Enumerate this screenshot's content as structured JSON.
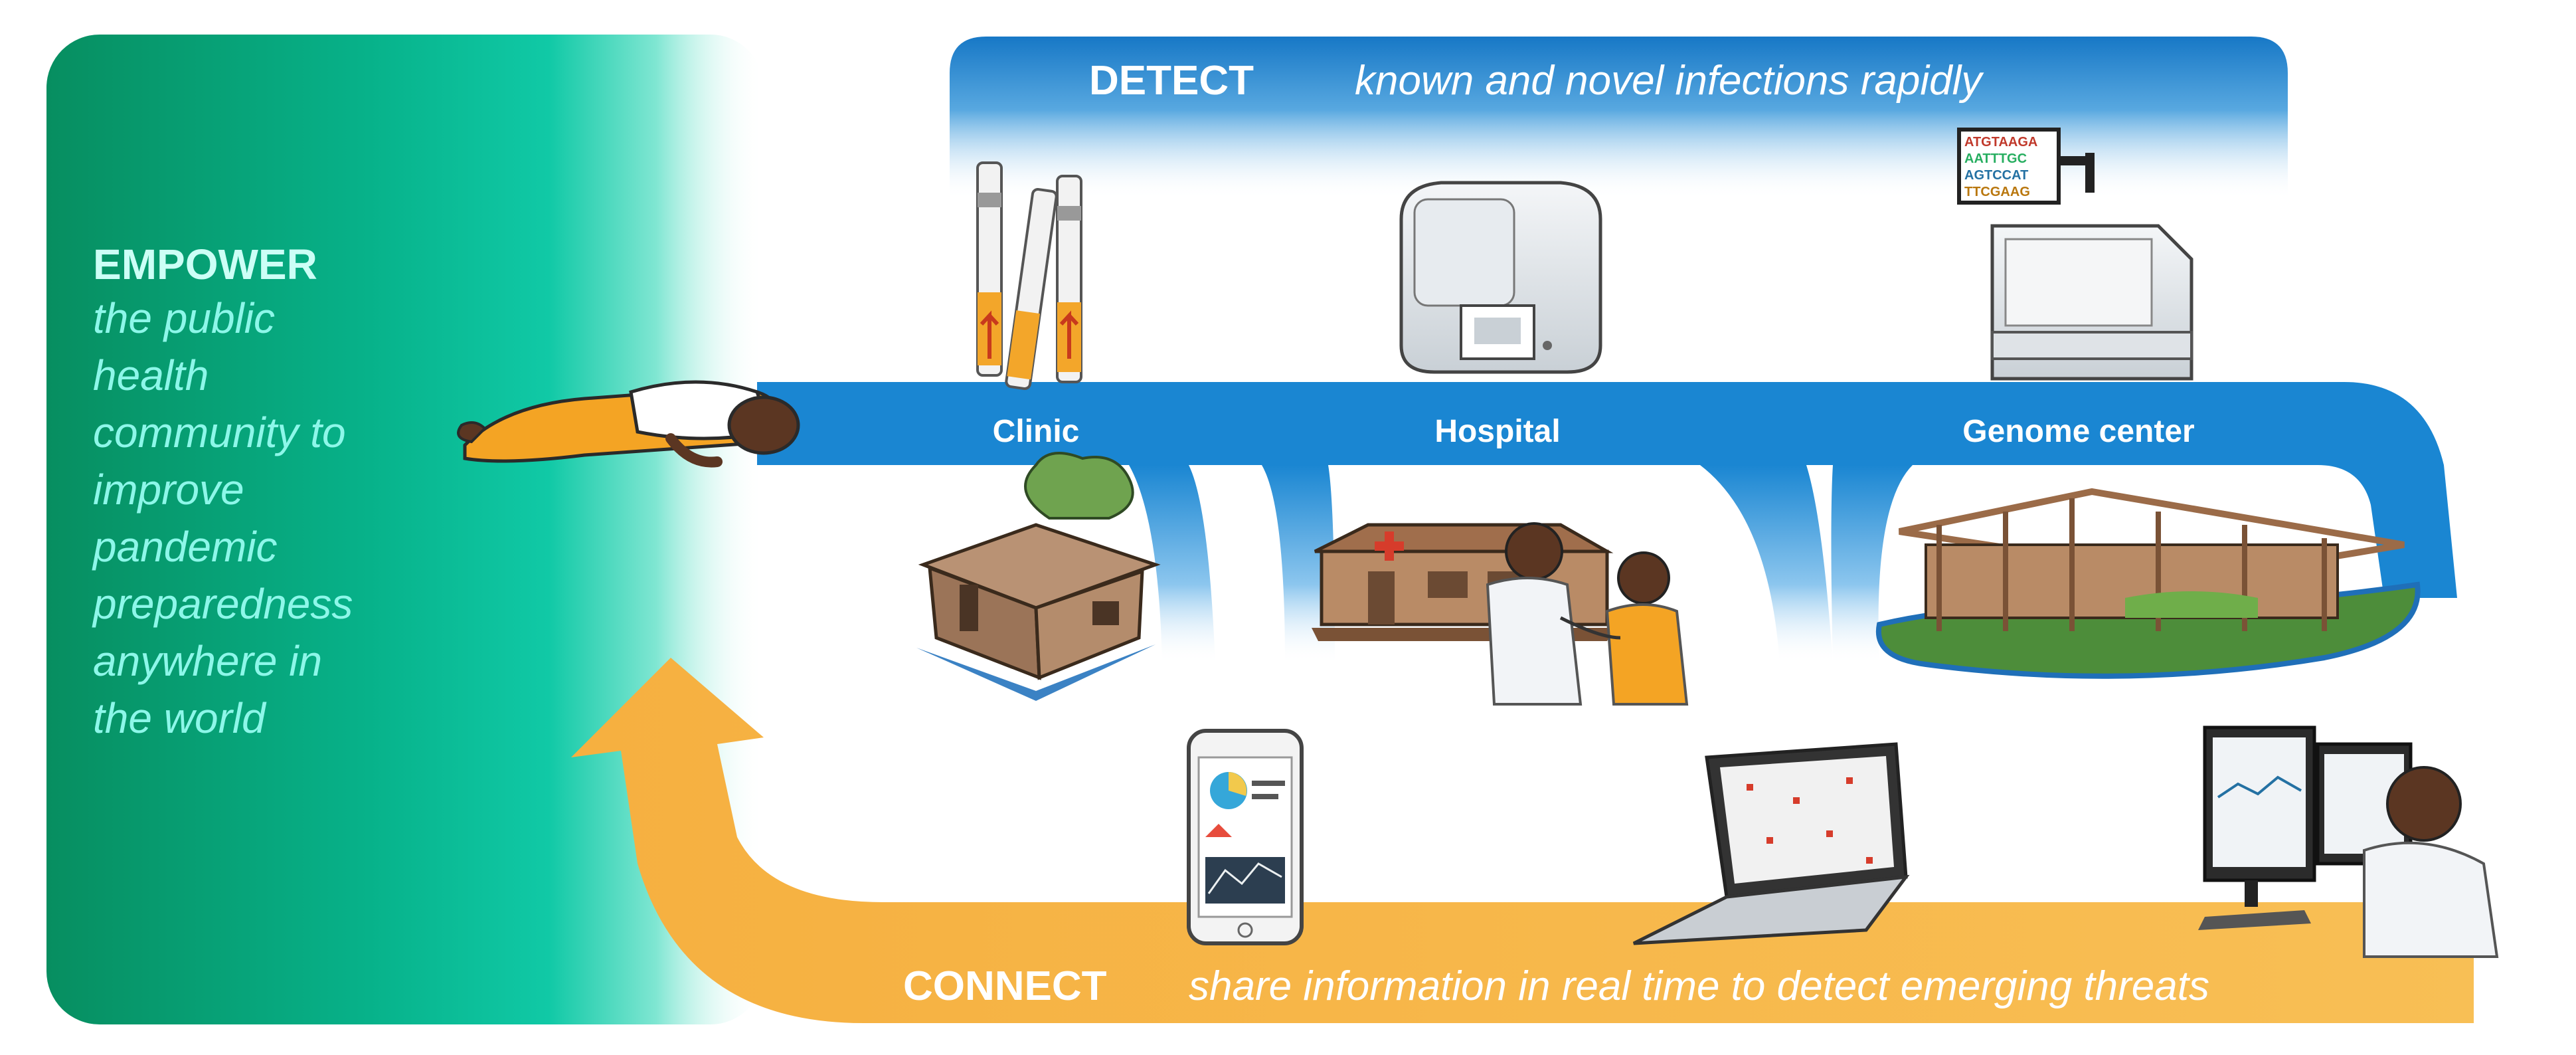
{
  "empower": {
    "title": "EMPOWER",
    "lines": [
      "the public",
      "health",
      "community to",
      "improve",
      "pandemic",
      "preparedness",
      "anywhere in",
      "the world"
    ]
  },
  "detect": {
    "title": "DETECT",
    "tagline": "known and novel infections rapidly"
  },
  "sites": {
    "clinic": "Clinic",
    "hospital": "Hospital",
    "genome": "Genome center"
  },
  "sequence_screen": [
    "ATGTAAGA",
    "AATTTGC",
    "AGTCCAT",
    "TTCGAAG"
  ],
  "connect": {
    "title": "CONNECT",
    "tagline": "share information in real time to detect emerging threats"
  },
  "colors": {
    "empower_green": "#0a9b6e",
    "detect_blue": "#1a86d2",
    "connect_orange": "#f8b84a"
  }
}
